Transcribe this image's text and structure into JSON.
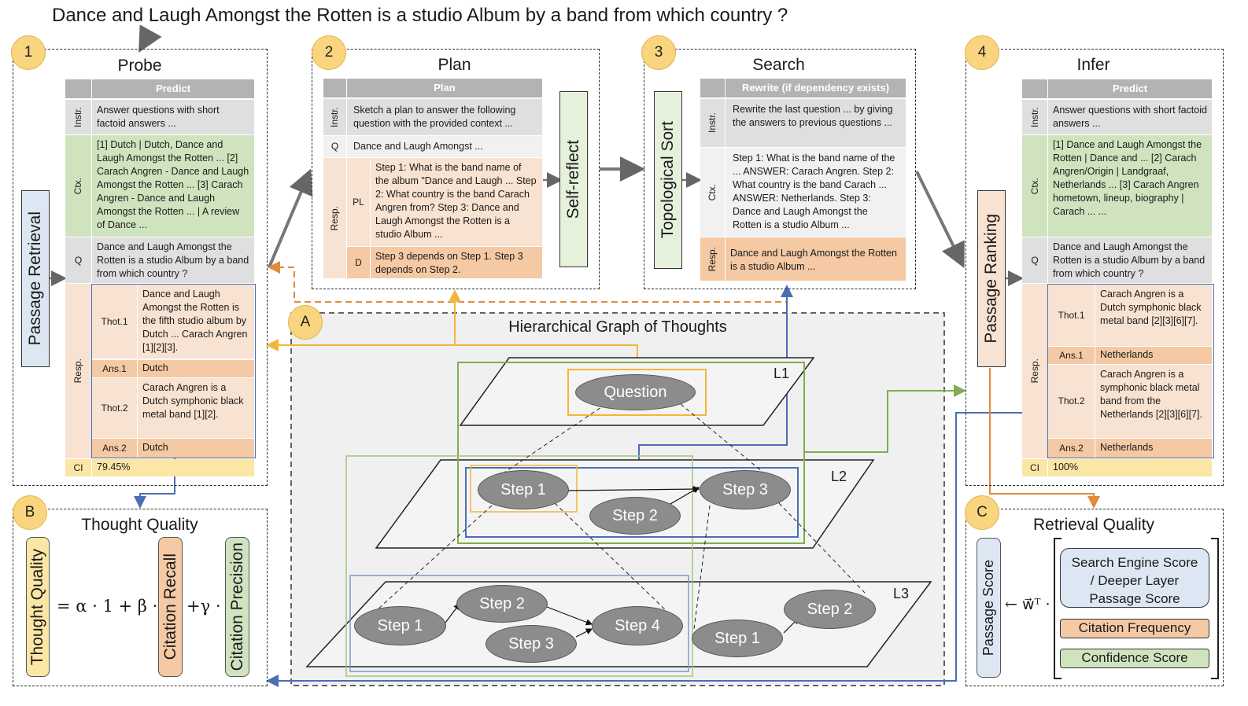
{
  "question": "Dance and Laugh Amongst the Rotten is a studio Album by a band from which country ?",
  "badges": {
    "b1": "1",
    "b2": "2",
    "b3": "3",
    "b4": "4",
    "bA": "A",
    "bB": "B",
    "bC": "C"
  },
  "probe": {
    "title": "Probe",
    "side_label": "Passage Retrieval",
    "header": "Predict",
    "instr_label": "Instr.",
    "instr": "Answer questions with short factoid answers ...",
    "ctx_label": "Ctx.",
    "ctx": "[1] Dutch | Dutch, Dance and Laugh Amongst the Rotten ... [2] Carach Angren - Dance and Laugh Amongst the Rotten ... [3] Carach Angren - Dance and Laugh Amongst the Rotten ... | A review of Dance ...",
    "q_label": "Q",
    "q": "Dance and Laugh Amongst the Rotten is a studio Album by a band from which country ?",
    "resp_label": "Resp.",
    "thot1_label": "Thot.1",
    "thot1": "Dance and Laugh Amongst the Rotten is the fifth studio album by Dutch ... Carach Angren [1][2][3].",
    "ans1_label": "Ans.1",
    "ans1": "Dutch",
    "thot2_label": "Thot.2",
    "thot2": "Carach Angren is a Dutch symphonic black metal band [1][2].",
    "ans2_label": "Ans.2",
    "ans2": "Dutch",
    "ci_label": "CI",
    "ci": "79.45%"
  },
  "plan": {
    "title": "Plan",
    "header": "Plan",
    "instr_label": "Instr.",
    "instr": "Sketch a plan to answer the following question with the provided context ...",
    "q_label": "Q",
    "q": "Dance and Laugh Amongst ...",
    "resp_label": "Resp.",
    "pl_label": "PL",
    "pl": "Step 1: What is the band name of the album \"Dance and Laugh ... Step 2: What country is the band Carach Angren from? Step 3: Dance and Laugh Amongst the Rotten is a studio Album ...",
    "d_label": "D",
    "d": "Step 3 depends on Step 1. Step 3 depends on Step 2.",
    "self_reflect": "Self-reflect"
  },
  "search": {
    "title": "Search",
    "topo": "Topological Sort",
    "header": "Rewrite (if dependency exists)",
    "instr_label": "Instr.",
    "instr": "Rewrite the last question ... by giving the answers to previous questions ...",
    "ctx_label": "Ctx.",
    "ctx": "Step 1: What is the band name of the ... ANSWER: Carach Angren. Step 2: What country is the band Carach ... ANSWER: Netherlands. Step 3: Dance and Laugh Amongst the Rotten is a studio Album ...",
    "resp_label": "Resp.",
    "resp": "Dance and Laugh Amongst the Rotten is a studio Album ..."
  },
  "infer": {
    "title": "Infer",
    "side_label": "Passage Ranking",
    "header": "Predict",
    "instr_label": "Instr.",
    "instr": "Answer questions with short factoid answers ...",
    "ctx_label": "Ctx.",
    "ctx": "[1] Dance and Laugh Amongst the Rotten | Dance and ... [2] Carach Angren/Origin | Landgraaf, Netherlands ... [3] Carach Angren hometown, lineup, biography | Carach ... ...",
    "q_label": "Q",
    "q": "Dance and Laugh Amongst the Rotten is a studio Album by a band from which country ?",
    "resp_label": "Resp.",
    "thot1_label": "Thot.1",
    "thot1": "Carach Angren is a Dutch symphonic black metal band [2][3][6][7].",
    "ans1_label": "Ans.1",
    "ans1": "Netherlands",
    "thot2_label": "Thot.2",
    "thot2": "Carach Angren is a symphonic black metal band from the Netherlands [2][3][6][7].",
    "ans2_label": "Ans.2",
    "ans2": "Netherlands",
    "ci_label": "CI",
    "ci": "100%"
  },
  "hgot": {
    "title": "Hierarchical Graph of Thoughts",
    "L1": "L1",
    "L2": "L2",
    "L3": "L3",
    "question": "Question",
    "l2_step1": "Step 1",
    "l2_step2": "Step 2",
    "l2_step3": "Step 3",
    "l3a_step1": "Step 1",
    "l3a_step2": "Step 2",
    "l3a_step3": "Step 3",
    "l3a_step4": "Step 4",
    "l3b_step1": "Step 1",
    "l3b_step2": "Step 2"
  },
  "thought_quality": {
    "title": "Thought Quality",
    "lhs": "Thought Quality",
    "eq1": "= α · 1 + β ·",
    "recall": "Citation Recall",
    "eq2": "+γ ·",
    "precision": "Citation Precision"
  },
  "retrieval_quality": {
    "title": "Retrieval Quality",
    "lhs": "Passage Score",
    "op": "← w⃗ᵀ ·",
    "s1": "Search Engine Score / Deeper Layer Passage Score",
    "s2": "Citation Frequency",
    "s3": "Confidence Score"
  },
  "colors": {
    "green": "#cfe4be",
    "peach": "#f8e2d1",
    "orange": "#f4c9a4",
    "yellow": "#fbe6a6",
    "blue": "#4a6fb3",
    "gold": "#f2b63a",
    "olive": "#7fae4f",
    "arrow_orange": "#e08a3c"
  }
}
